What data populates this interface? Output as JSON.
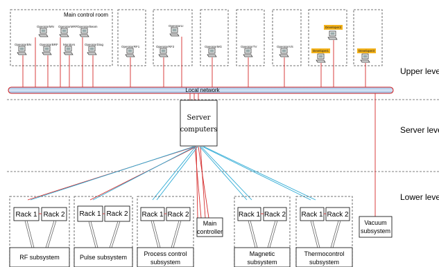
{
  "levels": {
    "upper": "Upper level",
    "server": "Server level",
    "lower": "Lower level"
  },
  "main_room": {
    "title": "Main control room",
    "operators": [
      "OperatorMN",
      "OperatorMRF",
      "OperatorBeam",
      "OperatorBN",
      "OperatorBRF",
      "Monitors",
      "OperatorDiag"
    ]
  },
  "stations": [
    "OperatorRF1",
    "OperatorRF2",
    "OperatorLI",
    "OperatorMG",
    "OperatorTV",
    "OperatorVS",
    "Developer1",
    "Developer2",
    "Developer3"
  ],
  "network": {
    "label": "Local network"
  },
  "server": {
    "line1": "Server",
    "line2": "computers"
  },
  "racks": {
    "rack1": "Rack 1",
    "rack2": "Rack 2"
  },
  "subsystems": {
    "rf": "RF subsystem",
    "pulse": "Pulse subsystem",
    "process_1": "Process control",
    "process_2": "subsystem",
    "main_1": "Main",
    "main_2": "controller",
    "magnetic_1": "Magnetic",
    "magnetic_2": "subsystem",
    "thermo_1": "Thermocontrol",
    "thermo_2": "subsystem",
    "vacuum_1": "Vacuum",
    "vacuum_2": "subsystem"
  },
  "colors": {
    "red_link": "#d42a2a",
    "cyan_link": "#2aa9d4",
    "developer_tag": "#f3b21a",
    "network_fill": "#bcd3ee"
  }
}
